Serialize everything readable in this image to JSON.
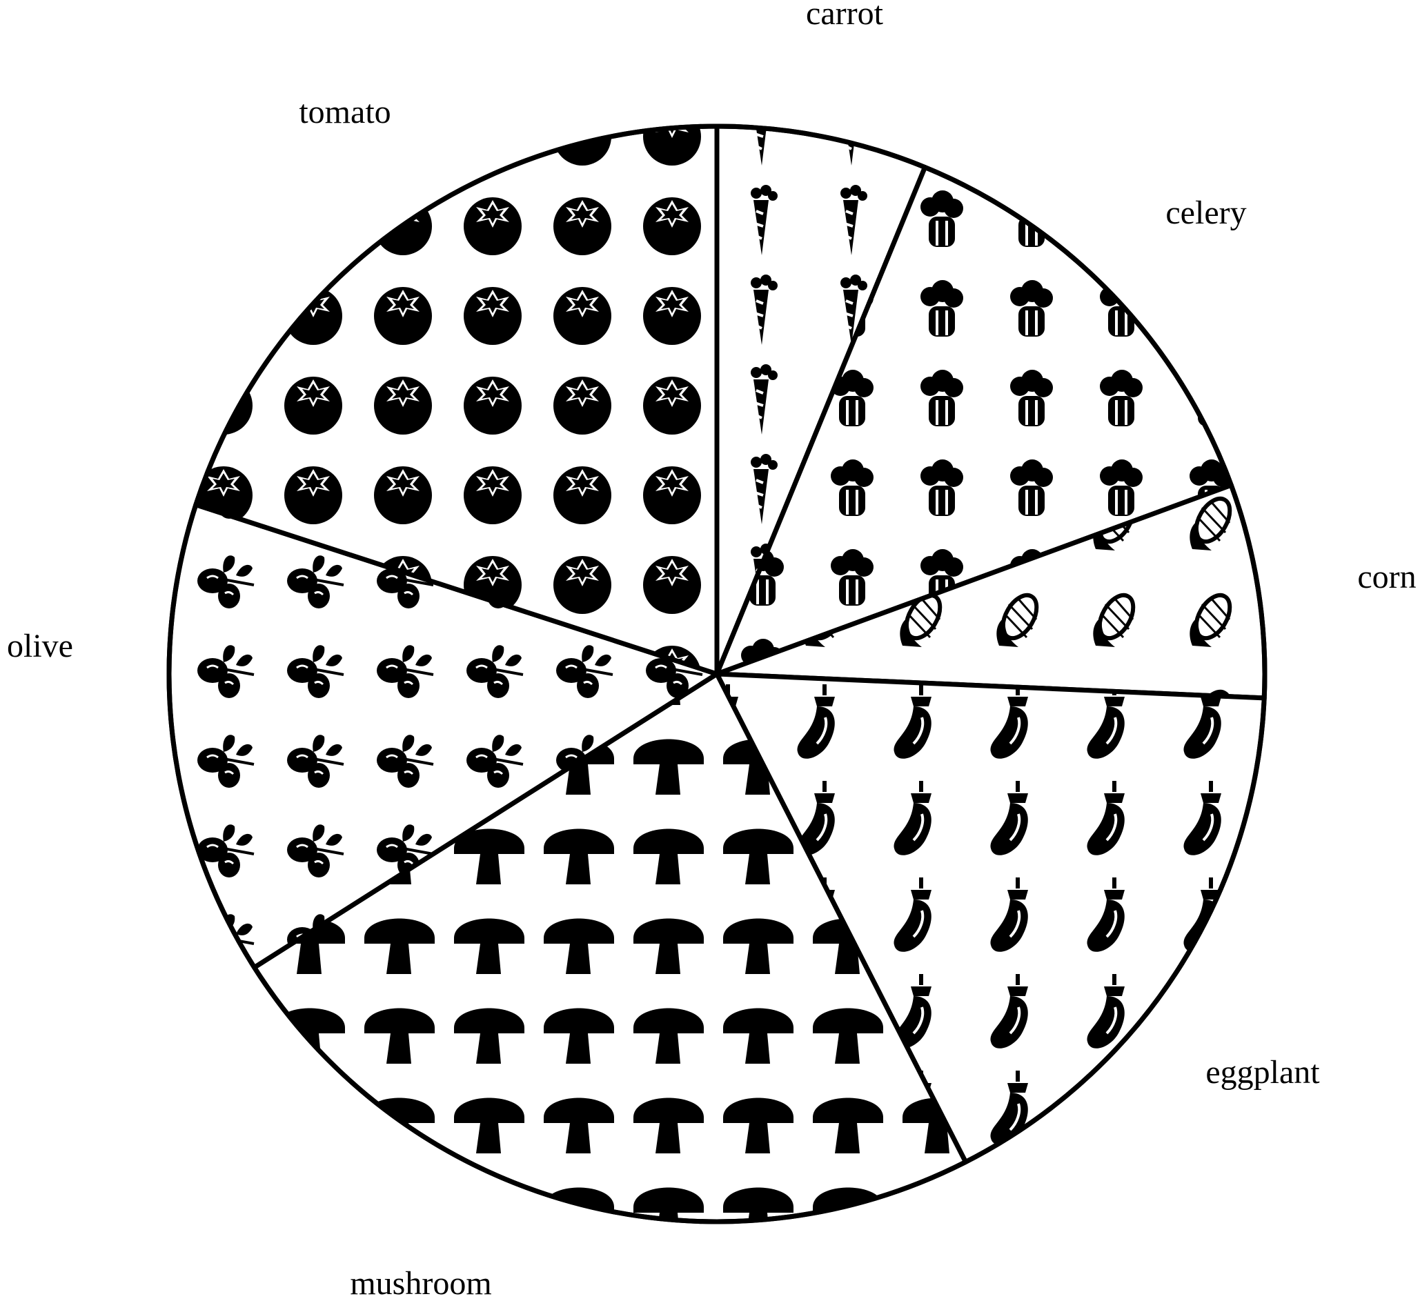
{
  "chart_data": {
    "type": "pie",
    "title": "",
    "start_angle_deg": 0,
    "direction": "clockwise",
    "slices": [
      {
        "label": "carrot",
        "value": 6.2,
        "pattern": "carrot-icon"
      },
      {
        "label": "celery",
        "value": 13.2,
        "pattern": "celery-icon"
      },
      {
        "label": "corn",
        "value": 6.3,
        "pattern": "corn-icon"
      },
      {
        "label": "eggplant",
        "value": 16.8,
        "pattern": "eggplant-icon"
      },
      {
        "label": "mushroom",
        "value": 23.5,
        "pattern": "mushroom-icon"
      },
      {
        "label": "olive",
        "value": 14.0,
        "pattern": "olive-icon"
      },
      {
        "label": "tomato",
        "value": 20.0,
        "pattern": "tomato-icon"
      }
    ],
    "colors": {
      "fill": "#000000",
      "background": "#ffffff",
      "outline": "#000000"
    }
  }
}
